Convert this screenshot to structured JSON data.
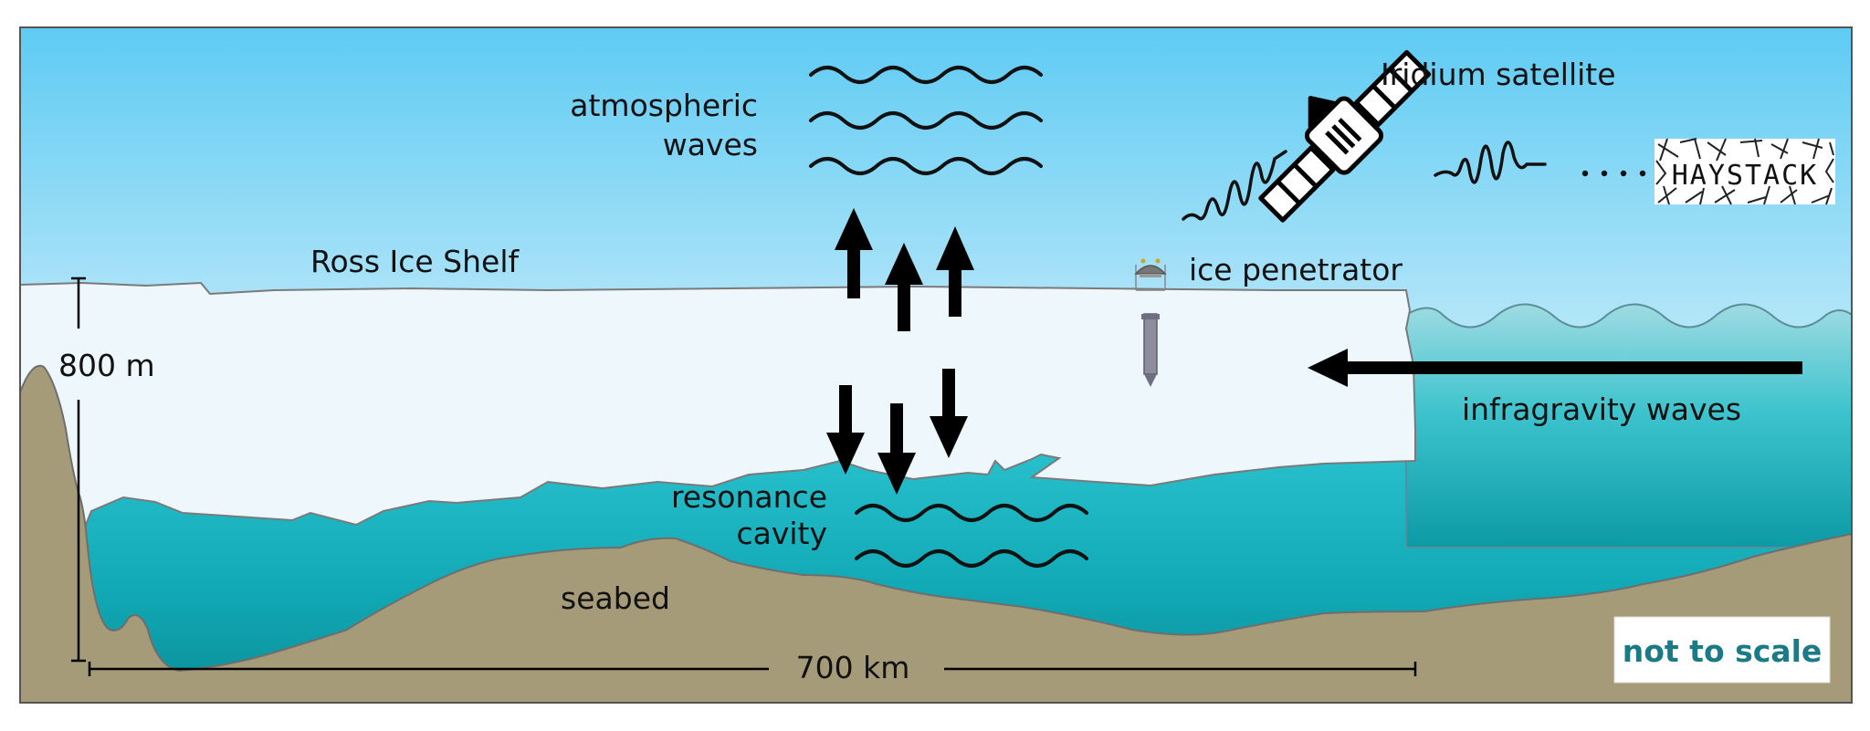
{
  "labels": {
    "atmospheric_waves_line1": "atmospheric",
    "atmospheric_waves_line2": "waves",
    "iridium_satellite": "Iridium satellite",
    "ross_ice_shelf": "Ross Ice Shelf",
    "ice_penetrator": "ice penetrator",
    "thickness": "800 m",
    "infragravity_waves": "infragravity waves",
    "resonance_cavity_line1": "resonance",
    "resonance_cavity_line2": "cavity",
    "seabed": "seabed",
    "distance": "700 km",
    "not_to_scale": "not to scale",
    "haystack_logo": "HAYSTACK"
  },
  "colors": {
    "sky_top": "#5ecbf3",
    "sky_bottom": "#ffffff",
    "ice": "#eef7fb",
    "water_light": "#25c0cc",
    "water_dark": "#0f9aa6",
    "open_ocean": "#8fd3dc",
    "seabed": "#a69b78",
    "note_text": "#1a7a86",
    "ink": "#000000"
  },
  "icons": [
    "satellite-icon",
    "haystack-logo",
    "ice-penetrator-icon",
    "arrow-up-icon",
    "arrow-down-icon",
    "arrow-left-icon"
  ]
}
